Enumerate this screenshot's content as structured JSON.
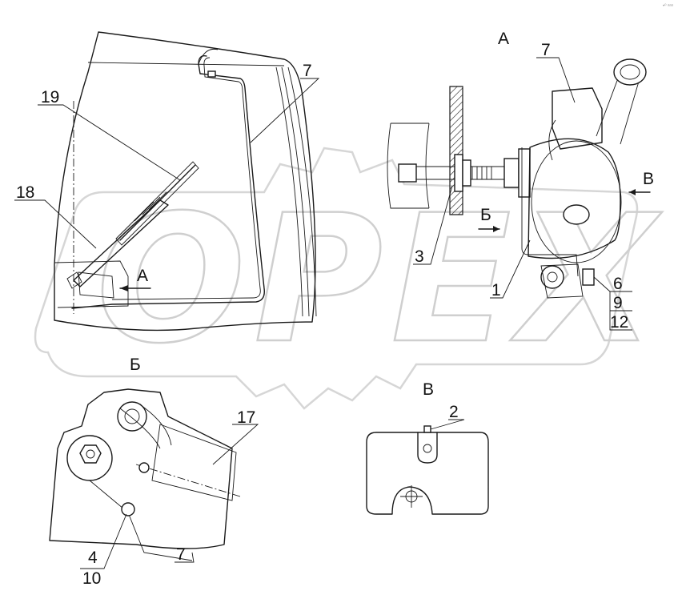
{
  "watermark": {
    "text": "OPEX"
  },
  "corner_mark": "•⁰ ᵃᵃᵃ",
  "view_labels": {
    "main_arrow_a": "A",
    "main_b": "Б",
    "view_a_title": "A",
    "view_a_arrow_b": "Б",
    "view_a_arrow_v": "В",
    "view_v_title": "В"
  },
  "callouts": {
    "c19": "19",
    "c18": "18",
    "c7_main": "7",
    "c7_a_top": "7",
    "c3": "3",
    "c1": "1",
    "c6": "6",
    "c9": "9",
    "c12": "12",
    "c17": "17",
    "c4": "4",
    "c10": "10",
    "c7_b": "7",
    "c2": "2"
  }
}
